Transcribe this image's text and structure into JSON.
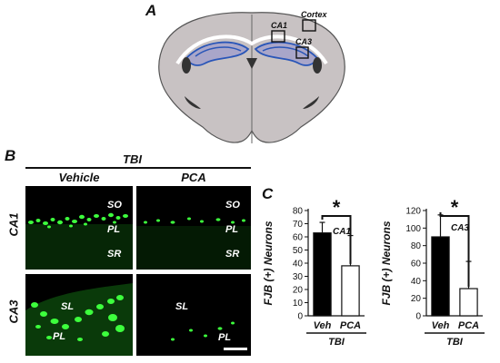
{
  "panel_a": {
    "letter": "A",
    "labels": {
      "cortex": "Cortex",
      "ca1": "CA1",
      "ca3": "CA3"
    },
    "colors": {
      "brain": "#c8c2c3",
      "outline": "#555555",
      "hippocampus": "#2a56b8",
      "ventricle": "#333333"
    }
  },
  "panel_b": {
    "letter": "B",
    "group": "TBI",
    "columns": [
      "Vehicle",
      "PCA"
    ],
    "rows": [
      "CA1",
      "CA3"
    ],
    "layers": {
      "ca1_vehicle": [
        "SO",
        "PL",
        "SR"
      ],
      "ca1_pca": [
        "SO",
        "PL",
        "SR"
      ],
      "ca3_vehicle": [
        "SL",
        "PL"
      ],
      "ca3_pca": [
        "SL",
        "PL"
      ]
    },
    "colors": {
      "stain": "#3dff3d",
      "background": "#000000"
    }
  },
  "panel_c": {
    "letter": "C",
    "significance_marker": "*"
  },
  "chart_data": [
    {
      "type": "bar",
      "subregion": "CA1",
      "categories": [
        "Veh",
        "PCA"
      ],
      "values": [
        63,
        38
      ],
      "errors": [
        8,
        23
      ],
      "bar_colors": [
        "#000000",
        "#ffffff"
      ],
      "ylabel": "FJB (+) Neurons",
      "xgroup_label": "TBI",
      "ylim": [
        0,
        80
      ],
      "yticks": [
        0,
        10,
        20,
        30,
        40,
        50,
        60,
        70,
        80
      ],
      "significance": "*"
    },
    {
      "type": "bar",
      "subregion": "CA3",
      "categories": [
        "Veh",
        "PCA"
      ],
      "values": [
        90,
        31
      ],
      "errors": [
        25,
        31
      ],
      "bar_colors": [
        "#000000",
        "#ffffff"
      ],
      "ylabel": "FJB (+) Neurons",
      "xgroup_label": "TBI",
      "ylim": [
        0,
        120
      ],
      "yticks": [
        0,
        20,
        40,
        60,
        80,
        100,
        120
      ],
      "significance": "*"
    }
  ]
}
